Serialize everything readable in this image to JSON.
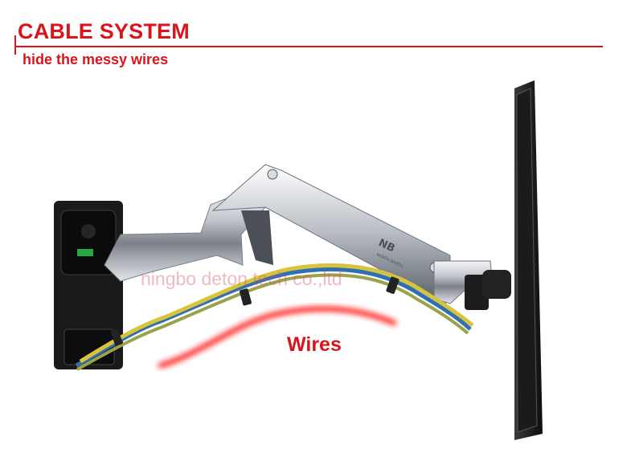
{
  "header": {
    "title": "CABLE SYSTEM",
    "subtitle": "hide the messy wires"
  },
  "annotation": {
    "wires_label": "Wires"
  },
  "watermark": {
    "text": "ningbo deton tech co.,ltd"
  },
  "product": {
    "logo_text": "NB",
    "logo_caption": "NORTH BAYOU"
  },
  "colors": {
    "accent_red": "#d9141b",
    "cable_blue": "#2f6fb3",
    "cable_yellow": "#d8c33a",
    "chrome": "#c9ccd1",
    "bracket_black": "#151515"
  }
}
